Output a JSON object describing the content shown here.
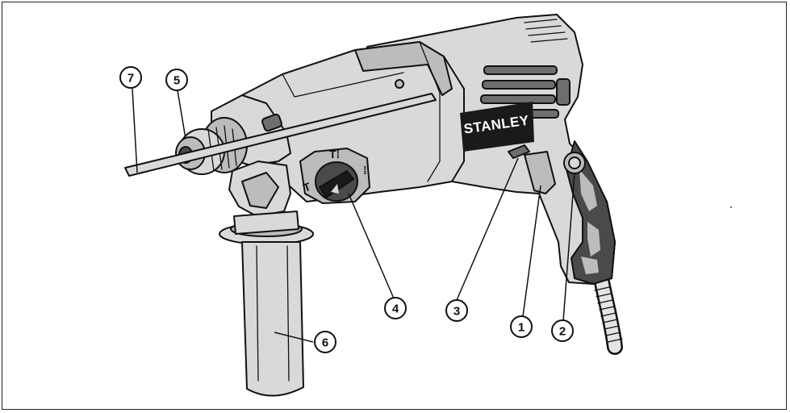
{
  "diagram": {
    "brand_logo": "STANLEY",
    "mode_symbols": {
      "drill": "T",
      "hammer_drill": "T⁞",
      "chisel": "⁞"
    },
    "callouts": [
      {
        "id": "c1",
        "number": "1"
      },
      {
        "id": "c2",
        "number": "2"
      },
      {
        "id": "c3",
        "number": "3"
      },
      {
        "id": "c4",
        "number": "4"
      },
      {
        "id": "c5",
        "number": "5"
      },
      {
        "id": "c6",
        "number": "6"
      },
      {
        "id": "c7",
        "number": "7"
      }
    ]
  }
}
